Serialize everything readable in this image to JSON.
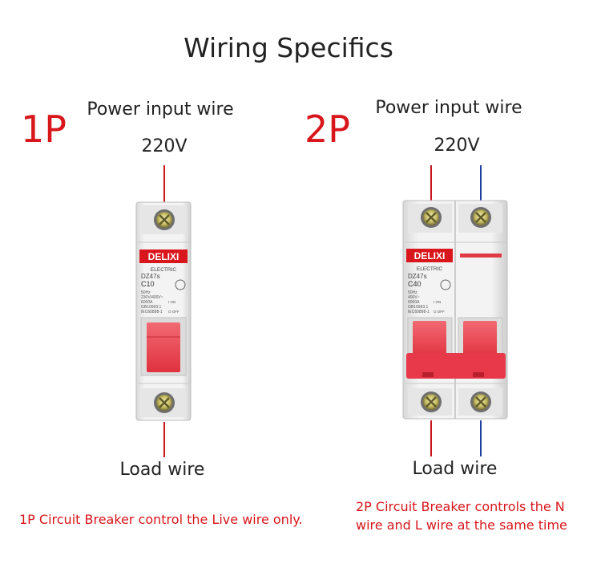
{
  "title": "Wiring Specifics",
  "colors": {
    "accent_red": "#d8161b",
    "wire_blue": "#1f3fa3",
    "breaker_red": "#e8394a"
  },
  "one_pole": {
    "label": "1P",
    "input_label": "Power input wire",
    "voltage": "220V",
    "load_label": "Load wire",
    "note": "1P Circuit Breaker control the Live wire only.",
    "breaker": {
      "brand": "DELIXI",
      "brand_sub": "ELECTRIC",
      "model": "DZ47s",
      "rating": "C10",
      "specs": [
        "50Hz",
        "230V/400V~",
        "6000A",
        "GB10963.1",
        "IEC60898-1"
      ],
      "on_label": "I ON",
      "off_label": "O OFF"
    }
  },
  "two_pole": {
    "label": "2P",
    "input_label": "Power input wire",
    "voltage": "220V",
    "load_label": "Load wire",
    "note_line1": "2P Circuit Breaker controls the N",
    "note_line2": "wire and L wire at the same time",
    "breaker": {
      "brand": "DELIXI",
      "brand_sub": "ELECTRIC",
      "model": "DZ47s",
      "rating": "C40",
      "specs": [
        "50Hz",
        "400V~",
        "6000A",
        "GB10963.1",
        "IEC60898-1"
      ],
      "on_label": "I ON",
      "off_label": "O OFF"
    }
  }
}
